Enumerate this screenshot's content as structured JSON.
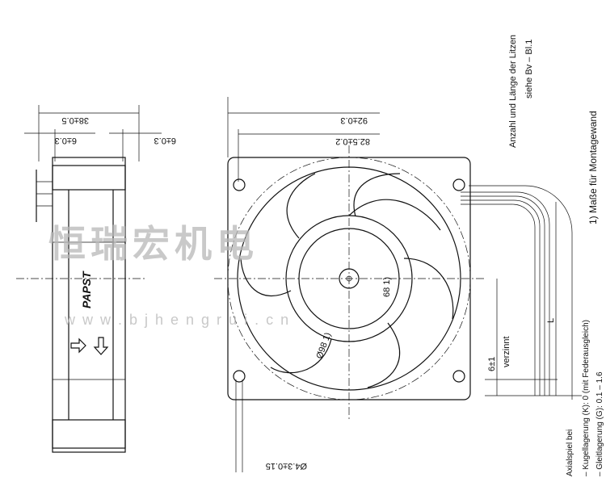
{
  "dimensions": {
    "depth": "38±0.5",
    "offset_left": "6±0.3",
    "offset_right": "6±0.3",
    "frame_outer": "92±0.3",
    "frame_hole_pitch": "82.5±0.2",
    "hole_diameter": "Ø4.3±0.15",
    "ring_diameter": "Ø98 1)",
    "hub_dim": "68 1)",
    "strip_length": "6±1",
    "lead_length": "L"
  },
  "labels": {
    "brand": "PAPST",
    "tinned": "verzinnt",
    "leads_note_1": "Anzahl und Länge der Litzen",
    "leads_note_2": "siehe Bv – Bl.1",
    "footnote": "1)  Maße  für  Montagewand",
    "axial_1": "Axialspiel bei",
    "axial_2": "– Kugellagerung (K): 0 (mit Federausgleich)",
    "axial_3": "– Gleitlagerung (G): 0.1 – 1.6"
  },
  "watermark": {
    "chinese": "恒瑞宏机电",
    "url": "w w w . b j h e n g r u i . c n"
  }
}
